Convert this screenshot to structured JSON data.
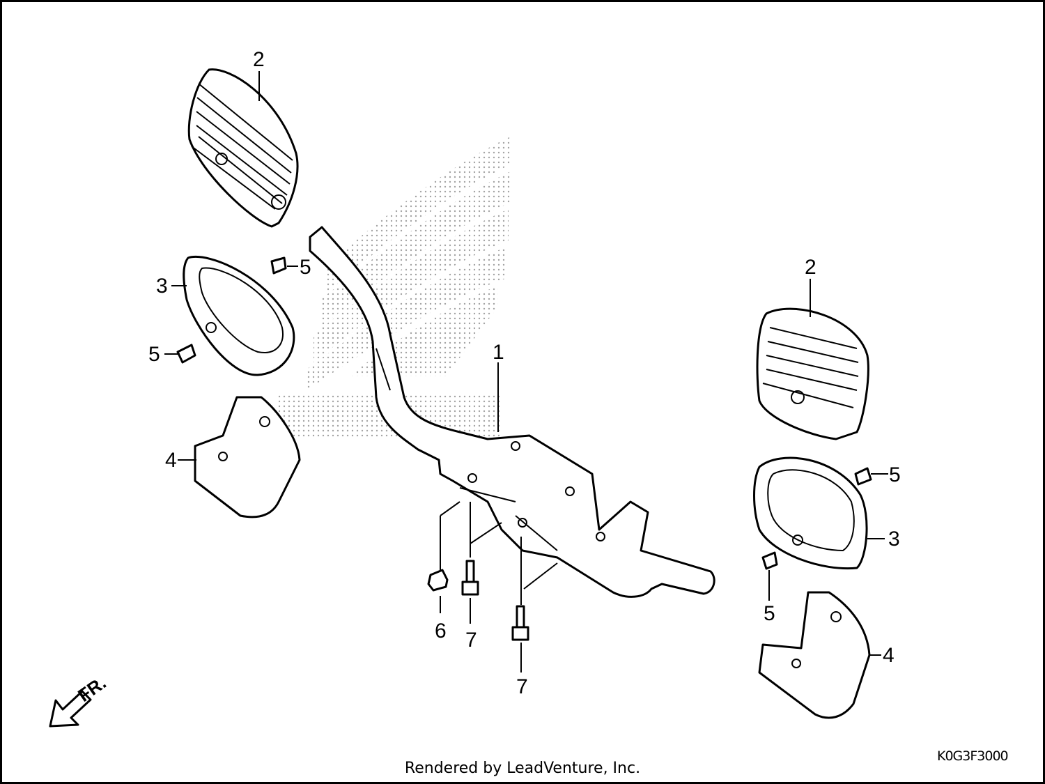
{
  "diagram": {
    "callouts": [
      {
        "id": "c2a",
        "label": "2"
      },
      {
        "id": "c5a",
        "label": "5"
      },
      {
        "id": "c3a",
        "label": "3"
      },
      {
        "id": "c5b",
        "label": "5"
      },
      {
        "id": "c4a",
        "label": "4"
      },
      {
        "id": "c1",
        "label": "1"
      },
      {
        "id": "c2b",
        "label": "2"
      },
      {
        "id": "c5c",
        "label": "5"
      },
      {
        "id": "c3b",
        "label": "3"
      },
      {
        "id": "c5d",
        "label": "5"
      },
      {
        "id": "c4b",
        "label": "4"
      },
      {
        "id": "c6",
        "label": "6"
      },
      {
        "id": "c7a",
        "label": "7"
      },
      {
        "id": "c7b",
        "label": "7"
      }
    ],
    "front_marker": "FR.",
    "diagram_code": "K0G3F3000",
    "footer": "Rendered by LeadVenture, Inc."
  }
}
